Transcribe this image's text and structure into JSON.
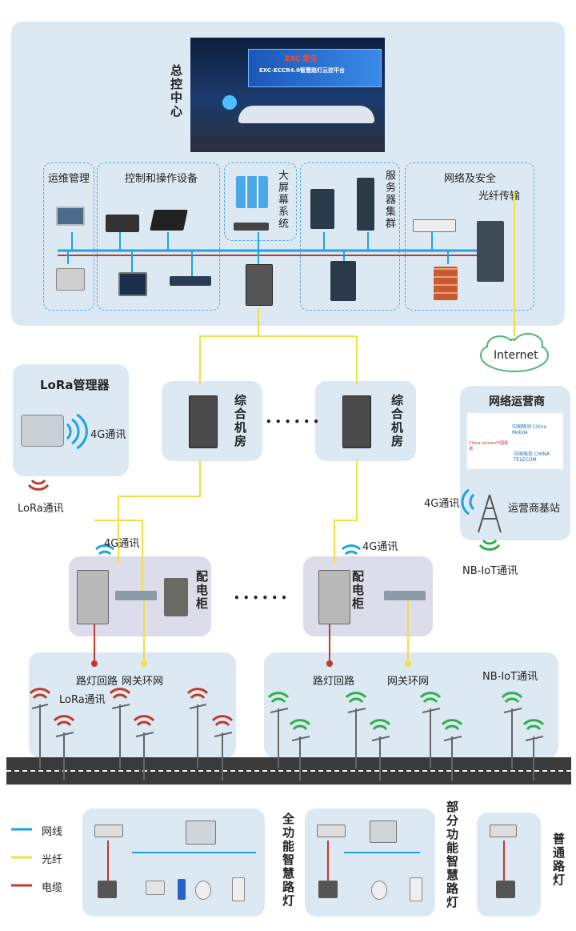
{
  "control_center": {
    "title": "总控中心",
    "screen_brand": "EXC 爱克",
    "screen_title": "EXC-ECCR4.0智慧路灯云控平台",
    "groups": {
      "ops": "运维管理",
      "control": "控制和操作设备",
      "bigscreen": "大屏幕系统",
      "servers": "服务器集群",
      "network": "网络及安全"
    },
    "fiber_label": "光纤传输"
  },
  "internet_label": "Internet",
  "lora_manager": {
    "title": "LoRa管理器",
    "link_4g": "4G通讯",
    "lora_comm": "LoRa通讯"
  },
  "machine_room": {
    "label": "综合机房",
    "ellipsis": "• • • • • •"
  },
  "operator": {
    "title": "网络运营商",
    "unicom": "China unicom中国联通",
    "mobile": "中国移动 China Mobile",
    "telecom": "中国电信 CHINA TELECOM",
    "link_4g": "4G通讯",
    "base_station": "运营商基站",
    "nbiot": "NB-IoT通讯"
  },
  "distribution": {
    "label": "配电柜",
    "link_4g": "4G通讯",
    "ellipsis": "• • • • • •"
  },
  "field": {
    "lamp_loop": "路灯回路",
    "gateway_ring": "网关环网",
    "lora_comm": "LoRa通讯",
    "nbiot_comm": "NB-IoT通讯"
  },
  "legend": [
    {
      "label": "网线",
      "color": "#1aa3e0"
    },
    {
      "label": "光纤",
      "color": "#f0e040"
    },
    {
      "label": "电缆",
      "color": "#c0392b"
    }
  ],
  "lamp_types": {
    "full": "全功能智慧路灯",
    "partial": "部分功能智慧路灯",
    "normal": "普通路灯"
  }
}
